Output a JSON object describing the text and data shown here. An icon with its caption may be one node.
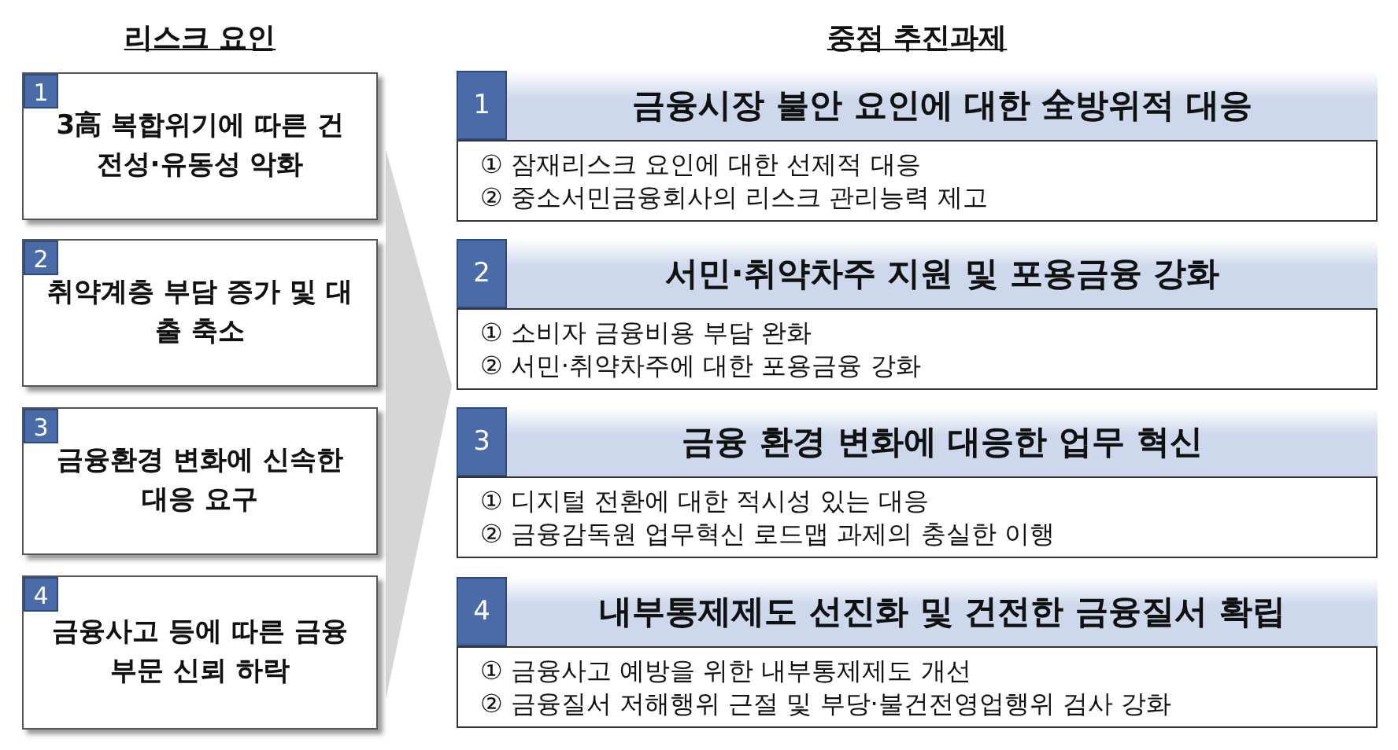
{
  "diagram": {
    "nodes": [
      {
        "text": [
          "1",
          "3高 복합위기에 따른 건전성·유동성 악화"
        ]
      },
      {
        "text": [
          "2",
          "취약계층 부담 증가 및 대출 축소"
        ]
      },
      {
        "text": [
          "3",
          "금융환경 변화에 신속한 대응 요구"
        ]
      },
      {
        "text": [
          "4",
          "금융사고 등에 따른 금융부문 신뢰 하락"
        ]
      },
      {
        "text": [
          "1",
          "금융시장 불안 요인에 대한 全방위적 대응"
        ]
      },
      {
        "text": [
          "① 잠재리스크 요인에 대한 선제적 대응",
          "② 중소서민금융회사의 리스크 관리능력 제고"
        ]
      },
      {
        "text": [
          "2",
          "서민·취약차주 지원 및 포용금융 강화"
        ]
      },
      {
        "text": [
          "① 소비자 금융비용 부담 완화",
          "② 서민·취약차주에 대한 포용금융 강화"
        ]
      },
      {
        "text": [
          "3",
          "금융 환경 변화에 대응한 업무 혁신"
        ]
      },
      {
        "text": [
          "① 디지털 전환에 대한 적시성 있는 대응",
          "② 금융감독원 업무혁신 로드맵 과제의 충실한 이행"
        ]
      },
      {
        "text": [
          "4",
          "내부통제제도 선진화 및 건전한 금융질서 확립"
        ]
      },
      {
        "text": [
          "① 금융사고 예방을 위한 내부통제제도 개선",
          "② 금융질서 저해행위 근절 및 부당·불건전영업행위 검사 강화"
        ]
      }
    ],
    "edges": [],
    "labels": [
      "리스크 요인",
      "중점 추진과제"
    ]
  }
}
